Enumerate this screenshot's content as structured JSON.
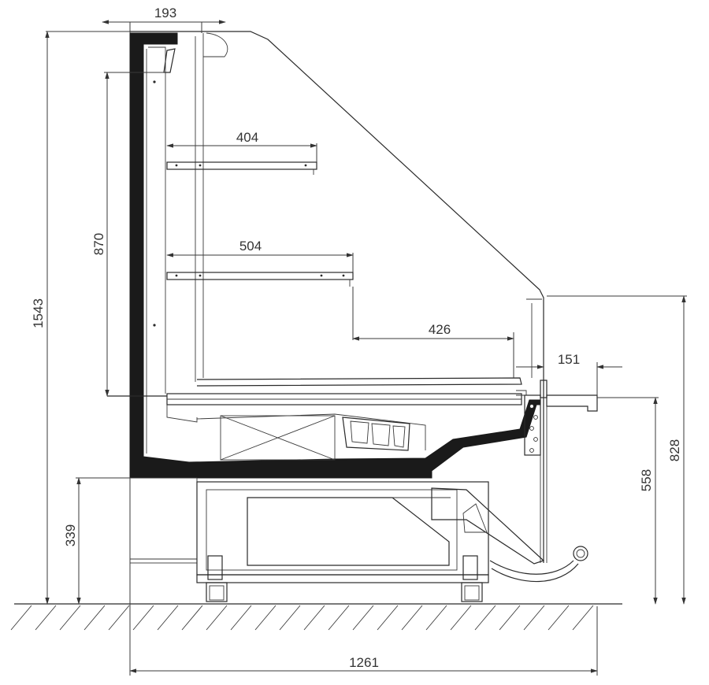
{
  "dimensions": {
    "top_width": "193",
    "shelf_upper_depth": "404",
    "shelf_lower_depth": "504",
    "deck_depth": "426",
    "front_overhang": "151",
    "total_height": "1543",
    "shelf_zone_height": "870",
    "base_height": "339",
    "worktop_height": "558",
    "front_height": "828",
    "total_depth": "1261"
  },
  "colors": {
    "line": "#2a2a2a",
    "insulation": "#1a1a1a",
    "background": "#ffffff"
  }
}
